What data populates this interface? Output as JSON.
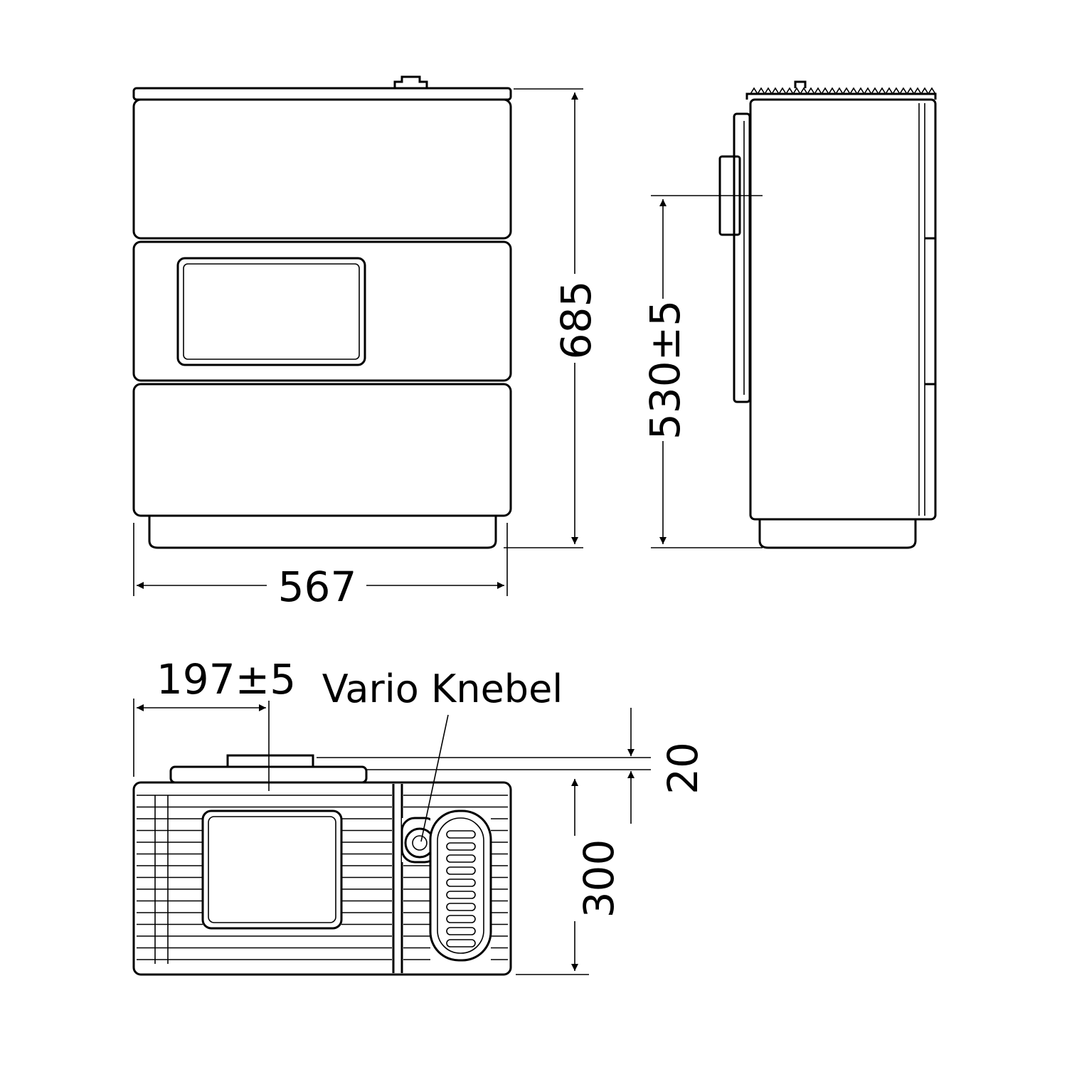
{
  "dimensions": {
    "width": "567",
    "height": "685",
    "connection_height": "530±5",
    "connection_offset": "197±5",
    "top_offset": "20",
    "depth": "300"
  },
  "labels": {
    "knob": "Vario Knebel"
  }
}
